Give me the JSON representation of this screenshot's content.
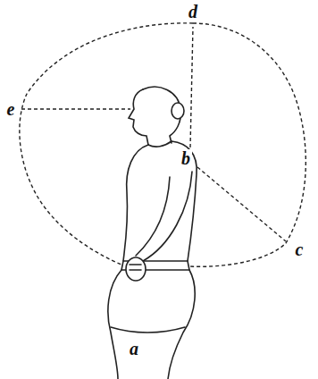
{
  "diagram": {
    "labels": [
      "d",
      "e",
      "b",
      "c",
      "a"
    ]
  }
}
